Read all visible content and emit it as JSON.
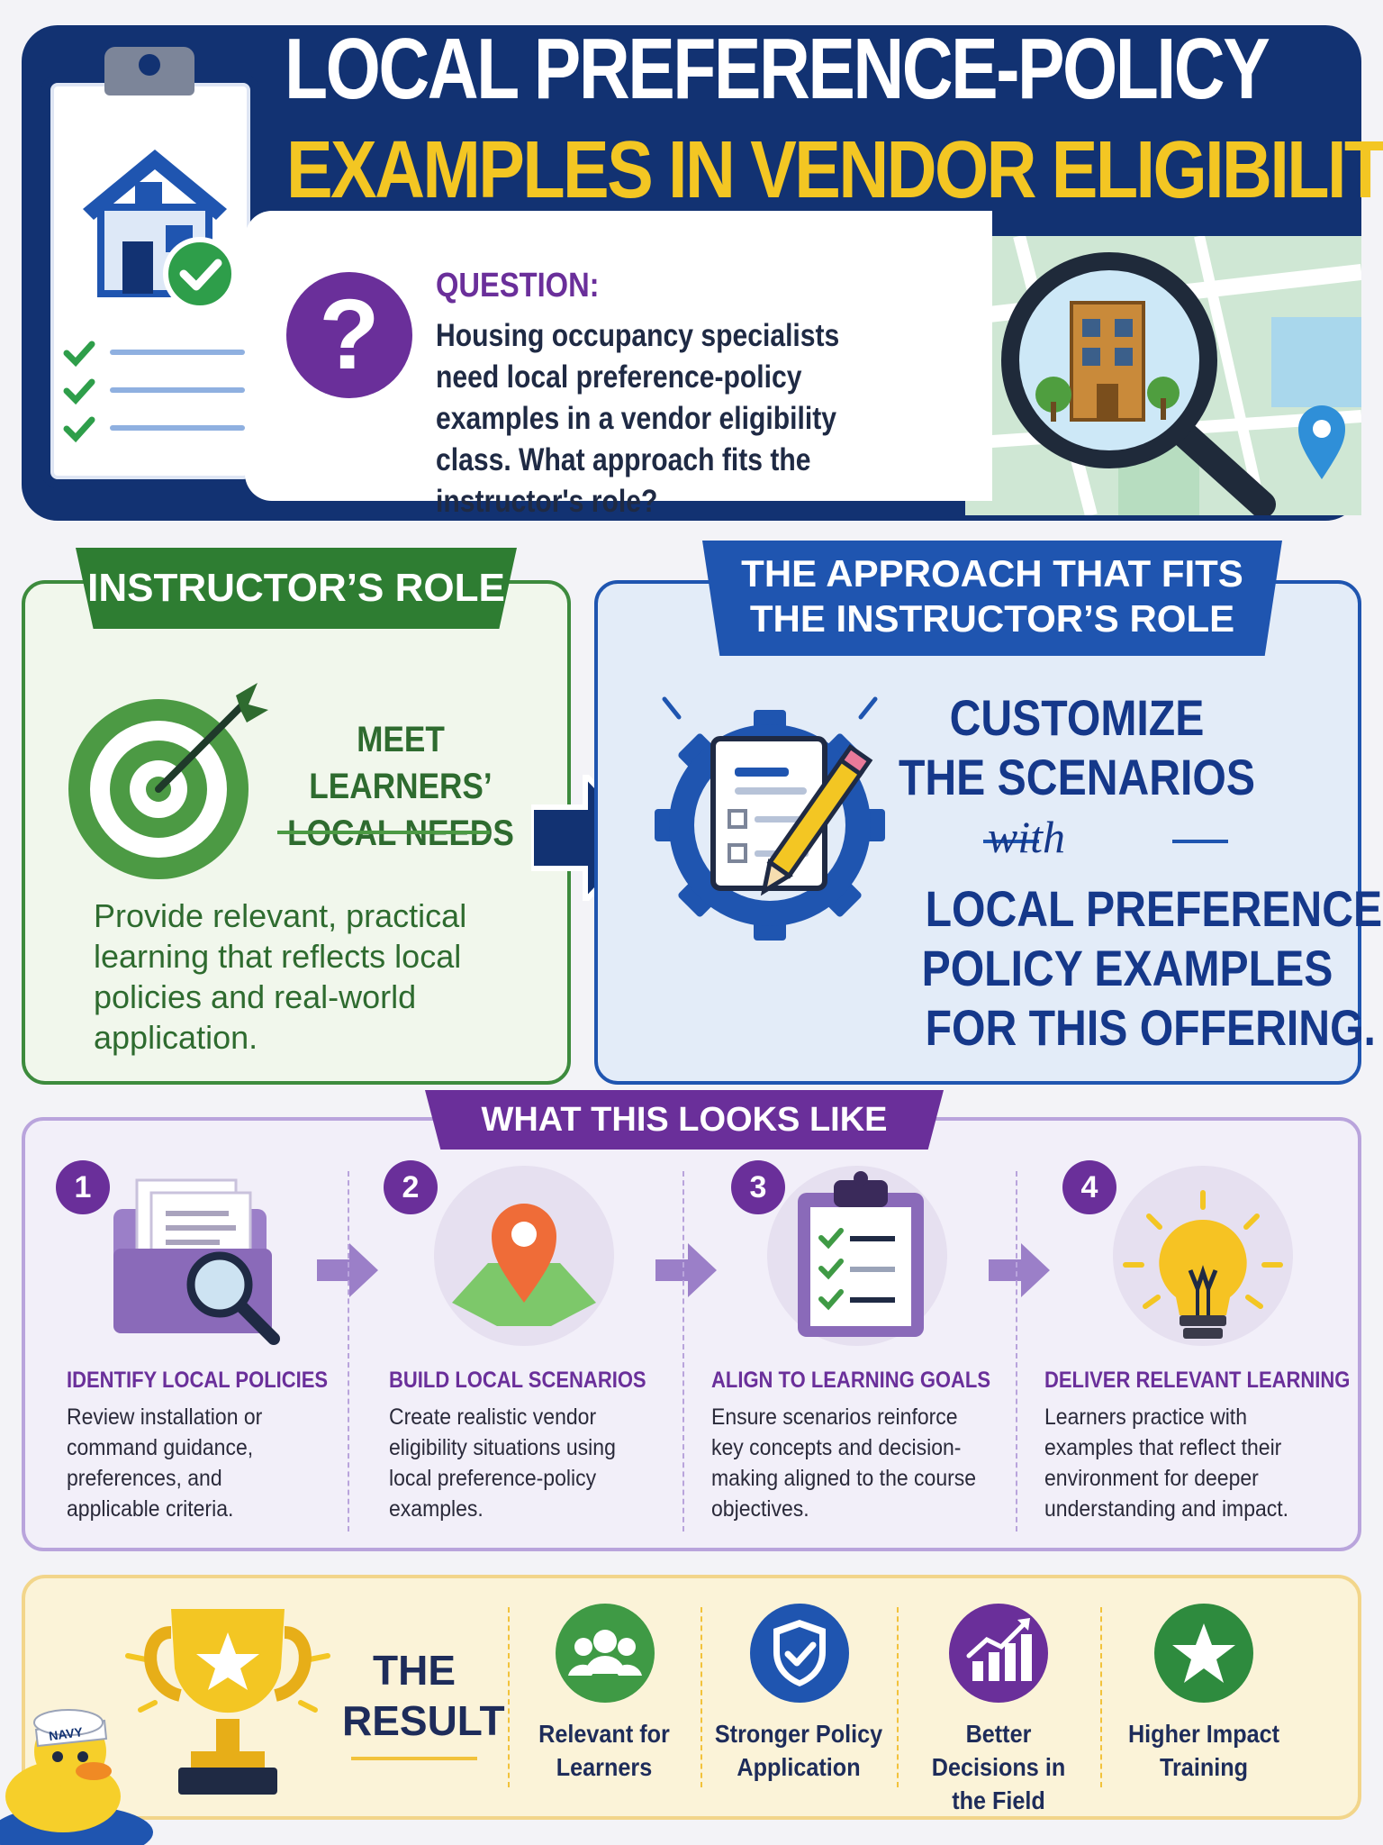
{
  "header": {
    "title_line1": "LOCAL PREFERENCE-POLICY",
    "title_line2": "EXAMPLES IN VENDOR ELIGIBILITY"
  },
  "question": {
    "label": "QUESTION:",
    "mark": "?",
    "text": "Housing occupancy specialists need local preference-policy examples in a vendor eligibility class. What approach fits the instructor's role?"
  },
  "role": {
    "banner": "INSTRUCTOR’S ROLE",
    "heading": "MEET LEARNERS’ LOCAL NEEDS",
    "description": "Provide relevant, practical learning that reflects local policies and real-world application."
  },
  "approach": {
    "banner_line1": "THE APPROACH THAT FITS",
    "banner_line2": "THE INSTRUCTOR’S ROLE",
    "line1": "CUSTOMIZE",
    "line2": "THE SCENARIOS",
    "with": "with",
    "line3": "LOCAL PREFERENCE-",
    "line4": "POLICY EXAMPLES",
    "line5": "FOR THIS OFFERING."
  },
  "steps": {
    "banner": "WHAT THIS LOOKS LIKE",
    "items": [
      {
        "number": "1",
        "title": "IDENTIFY LOCAL POLICIES",
        "description": "Review installation or command guidance, preferences, and applicable criteria."
      },
      {
        "number": "2",
        "title": "BUILD LOCAL SCENARIOS",
        "description": "Create realistic vendor eligibility situations using local preference-policy examples."
      },
      {
        "number": "3",
        "title": "ALIGN TO LEARNING GOALS",
        "description": "Ensure scenarios reinforce key concepts and decision-making aligned to the course objectives."
      },
      {
        "number": "4",
        "title": "DELIVER RELEVANT LEARNING",
        "description": "Learners practice with examples that reflect their environment for deeper understanding and impact."
      }
    ]
  },
  "result": {
    "title": "THE RESULT",
    "mascot_badge": "NAVY",
    "outcomes": [
      {
        "label": "Relevant for Learners",
        "icon": "people-icon",
        "color": "#3f9a45"
      },
      {
        "label": "Stronger Policy Application",
        "icon": "shield-check-icon",
        "color": "#1f55b0"
      },
      {
        "label": "Better Decisions in the Field",
        "icon": "growth-chart-icon",
        "color": "#6a2f9a"
      },
      {
        "label": "Higher Impact Training",
        "icon": "star-icon",
        "color": "#2e8b3e"
      }
    ]
  },
  "colors": {
    "navy": "#123272",
    "gold": "#f3c623",
    "green": "#2e7d32",
    "blue": "#1f55b0",
    "purple": "#6a2f9a"
  }
}
